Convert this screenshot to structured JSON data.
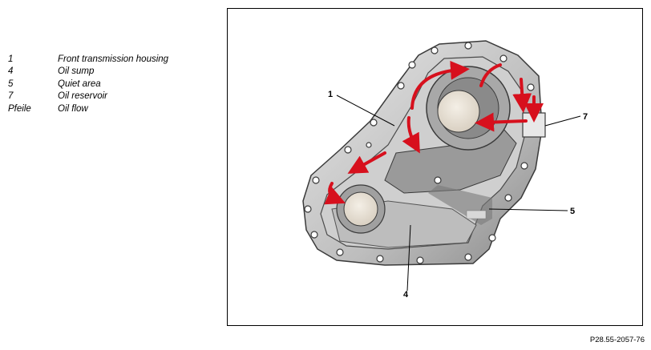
{
  "legend": [
    {
      "num": "1",
      "text": "Front transmission housing"
    },
    {
      "num": "4",
      "text": "Oil sump"
    },
    {
      "num": "5",
      "text": "Quiet area"
    },
    {
      "num": "7",
      "text": "Oil reservoir"
    },
    {
      "num": "Pfeile",
      "text": "Oil flow"
    }
  ],
  "callouts": {
    "c1": "1",
    "c7": "7",
    "c5": "5",
    "c4": "4"
  },
  "figure_id": "P28.55-2057-76",
  "colors": {
    "oil_flow": "#d7101d",
    "housing": "#c9c9c9",
    "housing_dark": "#5a5a5a"
  }
}
